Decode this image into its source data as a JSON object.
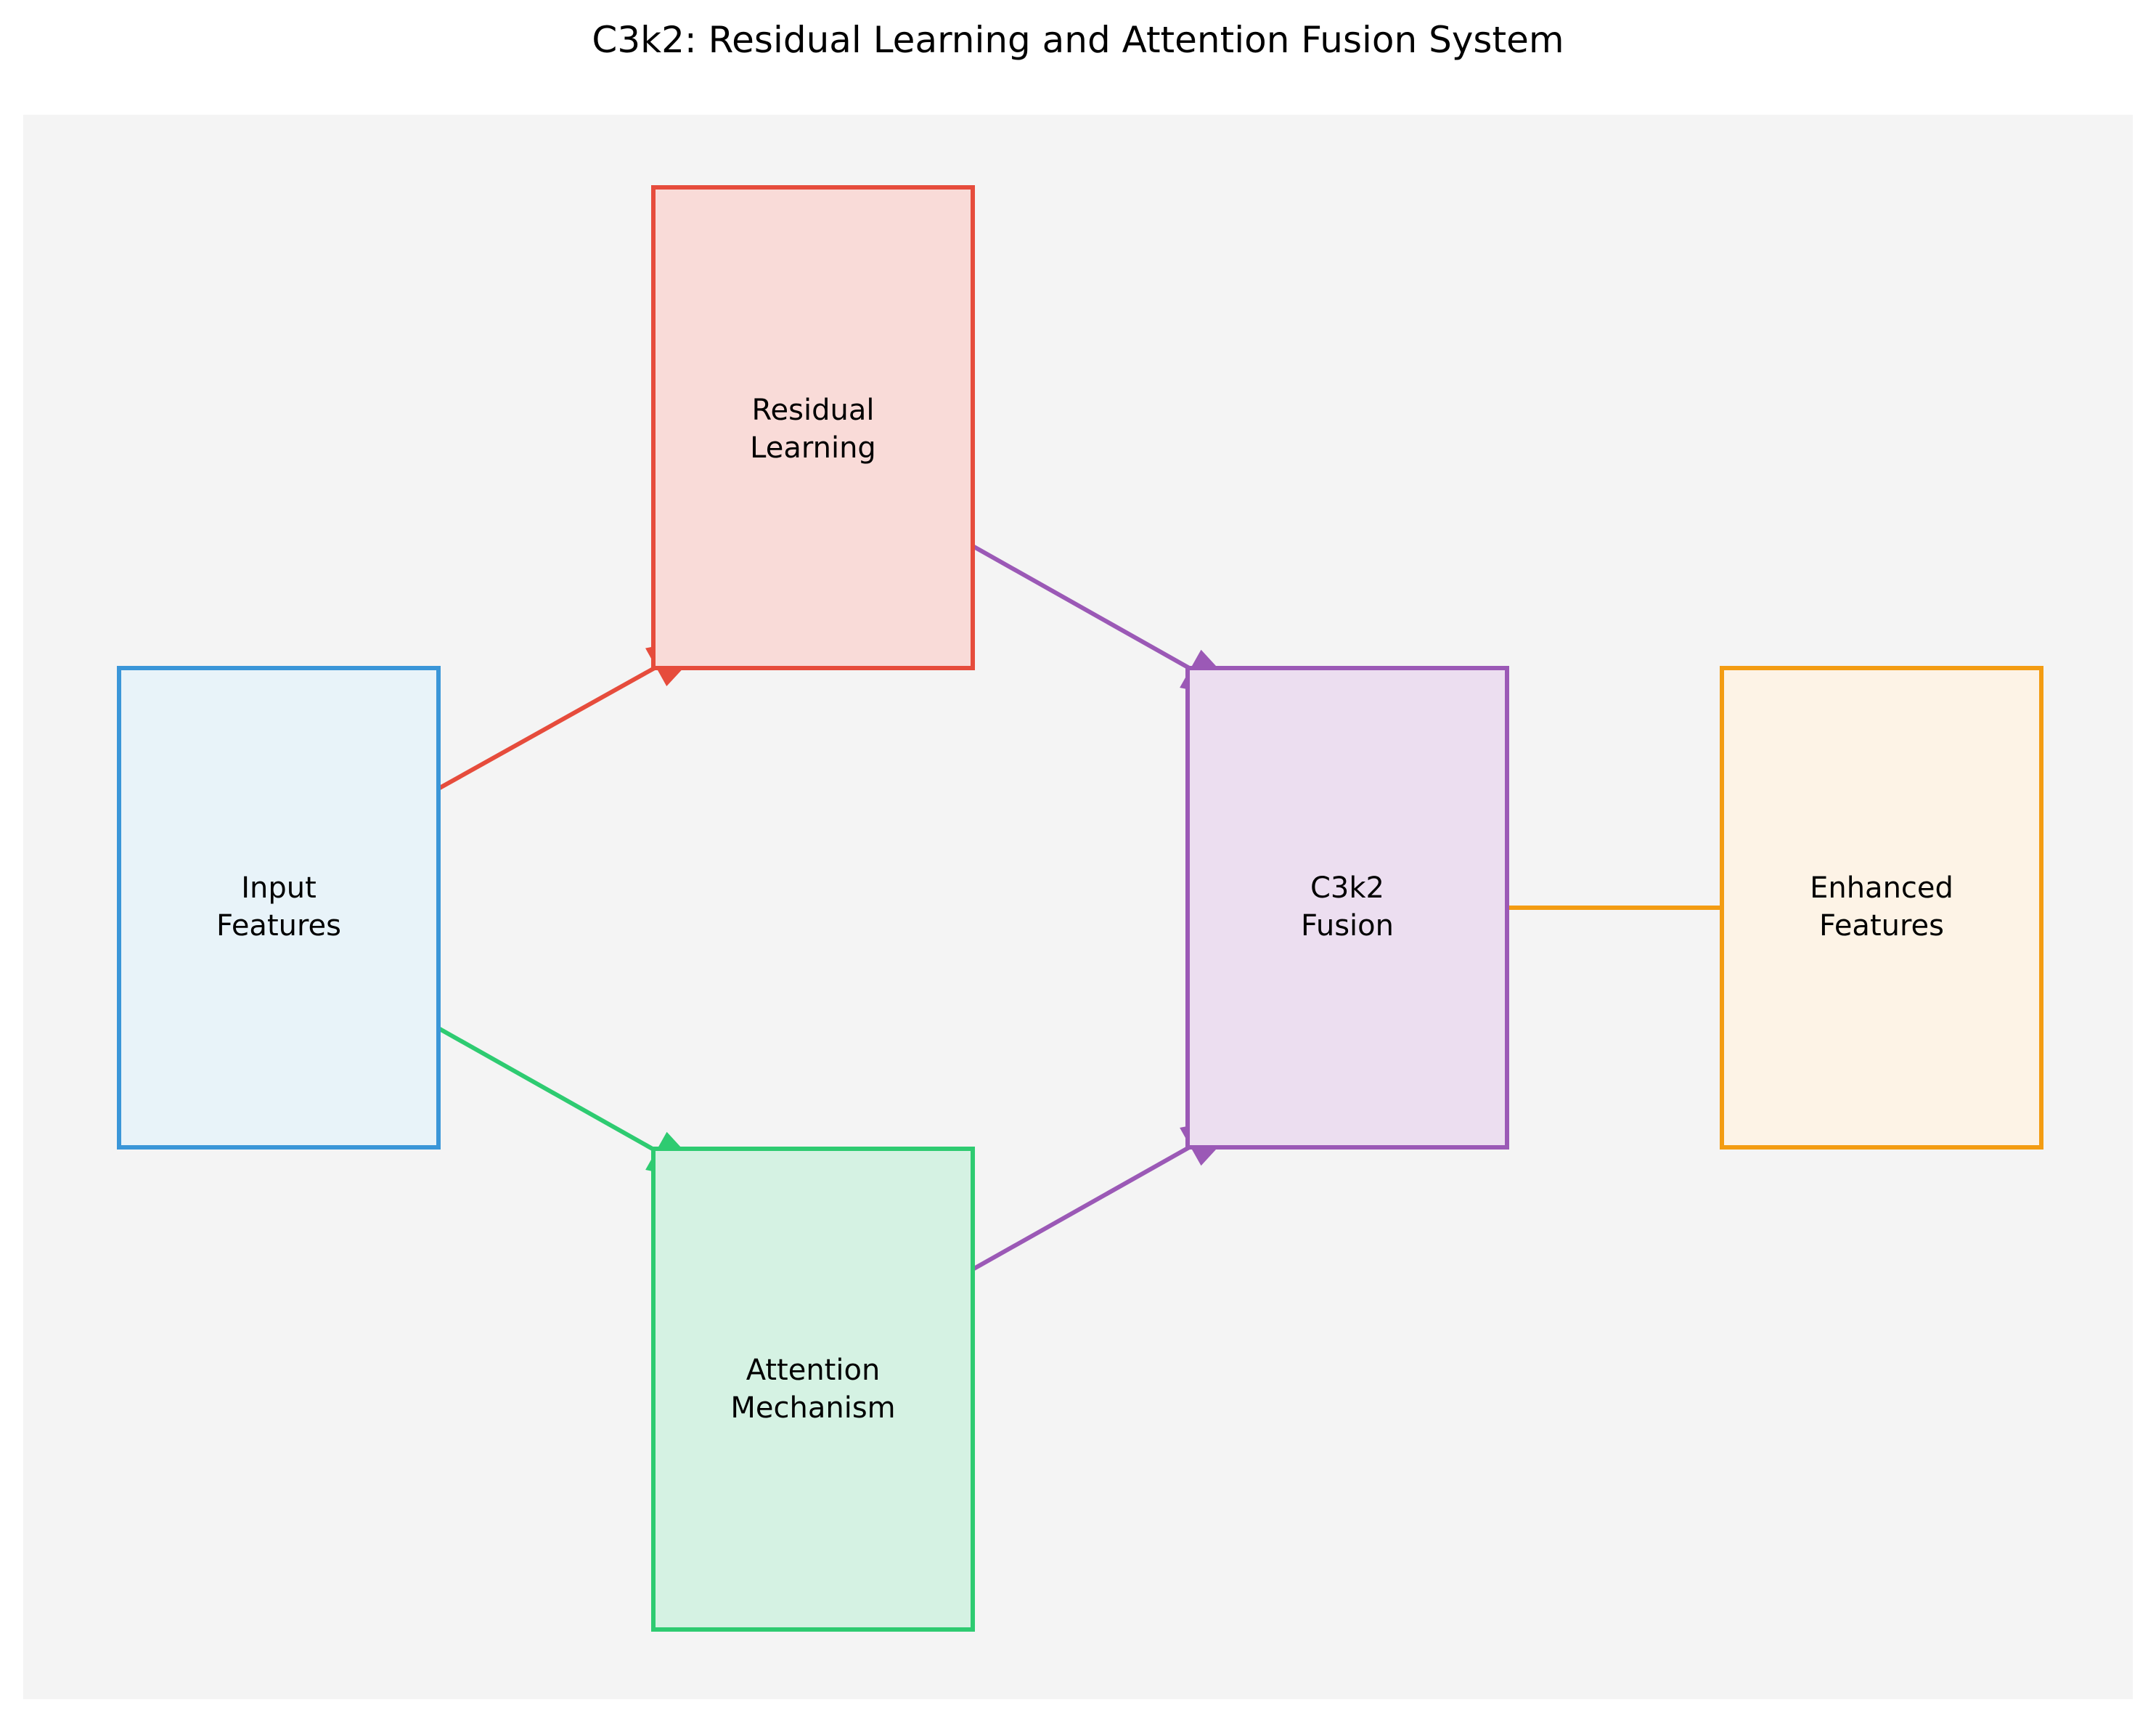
{
  "diagram": {
    "title": "C3k2: Residual Learning and Attention Fusion System",
    "background_color": "#f4f4f4",
    "nodes": {
      "input": {
        "lines": [
          "Input",
          "Features"
        ],
        "stroke": "#3a96d8",
        "fill": "#e8f3f9"
      },
      "residual": {
        "lines": [
          "Residual",
          "Learning"
        ],
        "stroke": "#e64c3c",
        "fill": "#f9dbd8"
      },
      "attention": {
        "lines": [
          "Attention",
          "Mechanism"
        ],
        "stroke": "#2ecb71",
        "fill": "#d5f2e3"
      },
      "fusion": {
        "lines": [
          "C3k2",
          "Fusion"
        ],
        "stroke": "#9b59b6",
        "fill": "#ecdef0"
      },
      "enhanced": {
        "lines": [
          "Enhanced",
          "Features"
        ],
        "stroke": "#f39c12",
        "fill": "#fdf3e6"
      }
    },
    "edges": [
      {
        "from": "input",
        "to": "residual",
        "color": "#e64c3c"
      },
      {
        "from": "input",
        "to": "attention",
        "color": "#2ecb71"
      },
      {
        "from": "residual",
        "to": "fusion",
        "color": "#9b59b6"
      },
      {
        "from": "attention",
        "to": "fusion",
        "color": "#9b59b6"
      },
      {
        "from": "fusion",
        "to": "enhanced",
        "color": "#f39c12"
      }
    ]
  }
}
